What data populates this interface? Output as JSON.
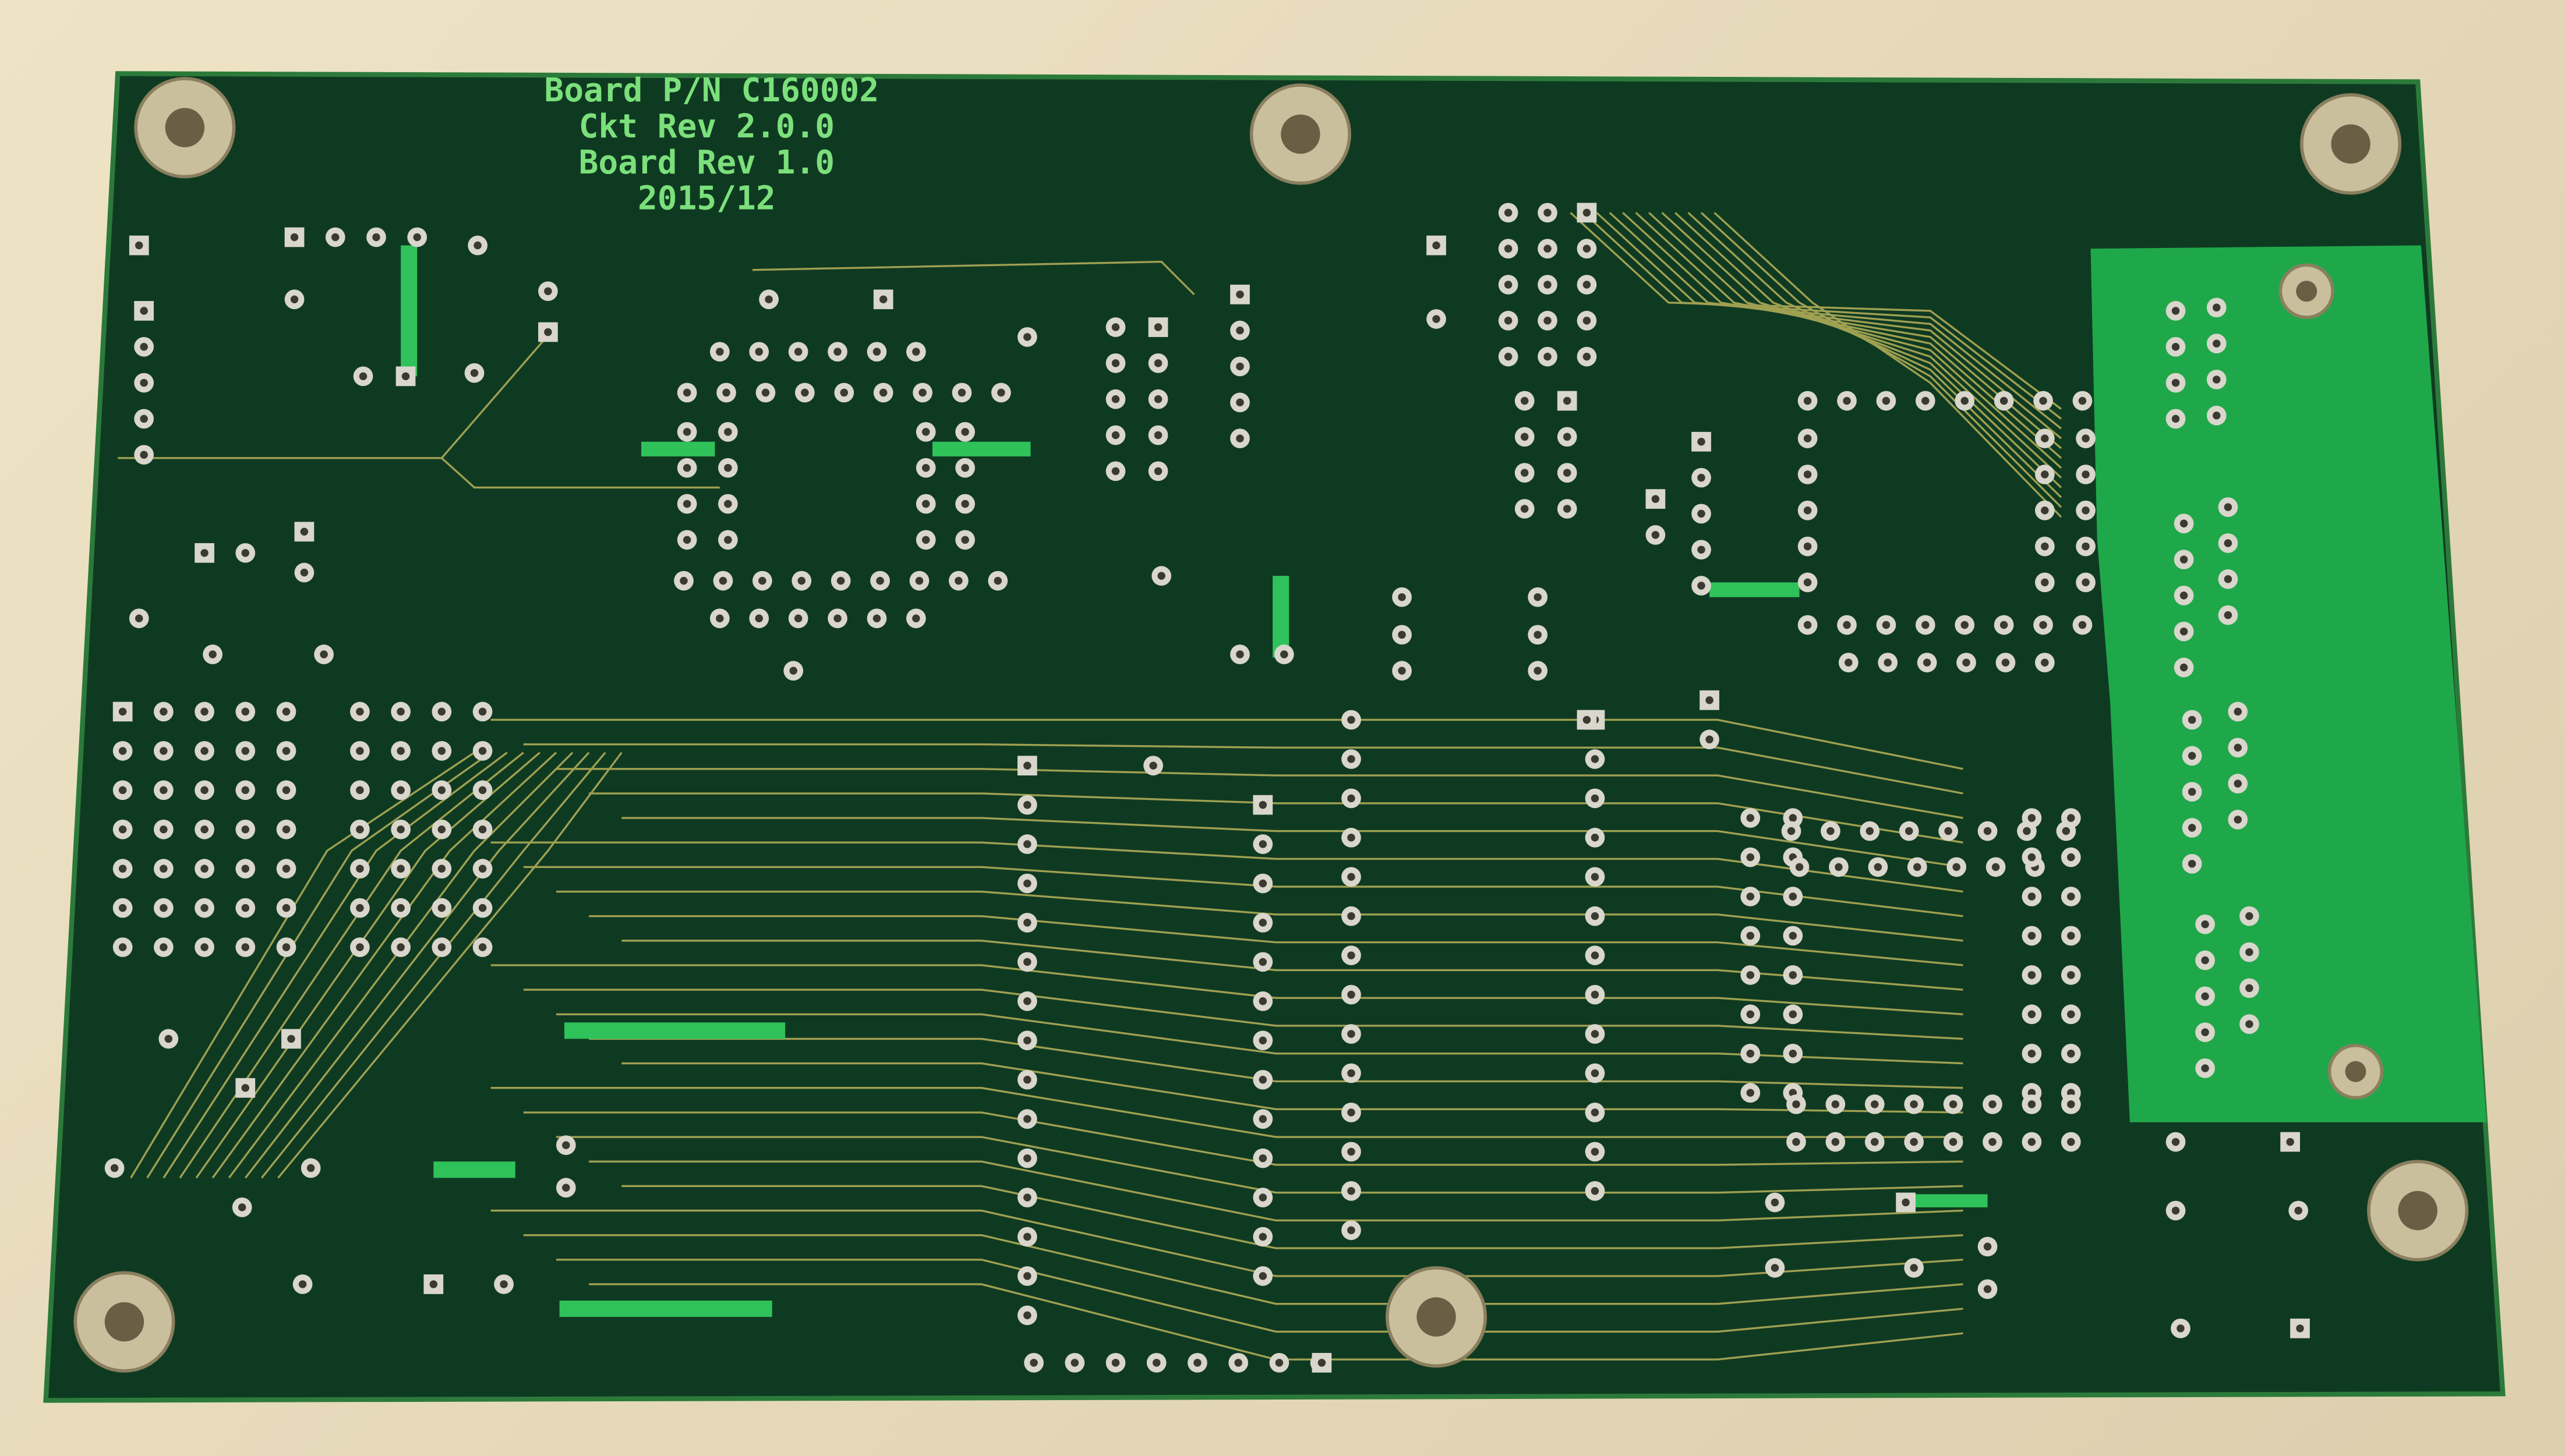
{
  "board": {
    "silkscreen": {
      "part_number": "Board P/N C160002",
      "circuit_rev": "Ckt Rev 2.0.0",
      "board_rev": "Board Rev 1.0",
      "date": "2015/12"
    },
    "colors": {
      "solder_mask": "#0f3a22",
      "copper_pour": "#1fa84a",
      "pad": "#d9d6cc",
      "trace": "#c8b85a",
      "background": "#e6d9b8"
    }
  }
}
